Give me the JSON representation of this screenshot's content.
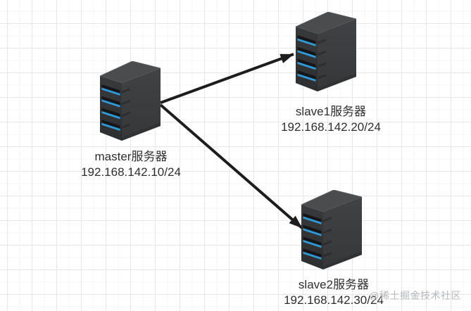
{
  "diagram_type": "network-topology",
  "nodes": [
    {
      "id": "master",
      "icon": "server-tower",
      "label": "master服务器",
      "ip": "192.168.142.10/24"
    },
    {
      "id": "slave1",
      "icon": "server-tower",
      "label": "slave1服务器",
      "ip": "192.168.142.20/24"
    },
    {
      "id": "slave2",
      "icon": "server-tower",
      "label": "slave2服务器",
      "ip": "192.168.142.30/24"
    }
  ],
  "edges": [
    {
      "from": "master",
      "to": "slave1",
      "style": "solid-arrow"
    },
    {
      "from": "master",
      "to": "slave2",
      "style": "solid-arrow"
    }
  ],
  "watermark": "@稀土掘金技术社区",
  "colors": {
    "arrow": "#1d1d1d",
    "server_top_face": "#4b4c4e",
    "server_front_face": "#323335",
    "server_side_face": "#3c3d3f",
    "drive_slot": "#161618",
    "drive_stripe_blue": "#2e9ad8",
    "label_text": "#2e2e2e",
    "grid_major": "#e6e6e8",
    "grid_minor": "#f4f4f6",
    "watermark_text": "#b5b8bc",
    "canvas_background": "#ffffff"
  }
}
